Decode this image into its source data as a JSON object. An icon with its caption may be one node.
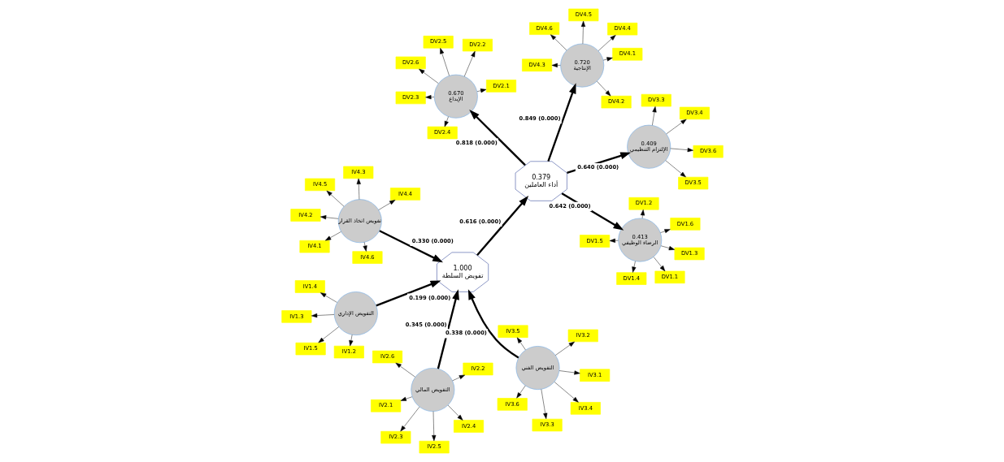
{
  "diagram": {
    "nodes": [
      {
        "text": [
          "التفويض الإداري"
        ]
      },
      {
        "text": [
          "IV1.2"
        ]
      },
      {
        "text": [
          "IV1.3"
        ]
      },
      {
        "text": [
          "IV1.4"
        ]
      },
      {
        "text": [
          "IV1.5"
        ]
      },
      {
        "text": [
          "التفويض المالي"
        ]
      },
      {
        "text": [
          "IV2.1"
        ]
      },
      {
        "text": [
          "IV2.2"
        ]
      },
      {
        "text": [
          "IV2.3"
        ]
      },
      {
        "text": [
          "IV2.4"
        ]
      },
      {
        "text": [
          "IV2.5"
        ]
      },
      {
        "text": [
          "IV2.6"
        ]
      },
      {
        "text": [
          "التفويض الفني"
        ]
      },
      {
        "text": [
          "IV3.1"
        ]
      },
      {
        "text": [
          "IV3.2"
        ]
      },
      {
        "text": [
          "IV3.3"
        ]
      },
      {
        "text": [
          "IV3.4"
        ]
      },
      {
        "text": [
          "IV3.5"
        ]
      },
      {
        "text": [
          "IV3.6"
        ]
      },
      {
        "text": [
          "تفويض اتخاذ القرار"
        ]
      },
      {
        "text": [
          "IV4.1"
        ]
      },
      {
        "text": [
          "IV4.2"
        ]
      },
      {
        "text": [
          "IV4.3"
        ]
      },
      {
        "text": [
          "IV4.4"
        ]
      },
      {
        "text": [
          "IV4.5"
        ]
      },
      {
        "text": [
          "IV4.6"
        ]
      },
      {
        "text": [
          "1.000",
          "تفويض السلطة"
        ]
      },
      {
        "text": [
          "0.379",
          "أداء العاملين"
        ]
      },
      {
        "text": [
          "0.413",
          "الرضاء الوظيفي"
        ]
      },
      {
        "text": [
          "DV1.1"
        ]
      },
      {
        "text": [
          "DV1.2"
        ]
      },
      {
        "text": [
          "DV1.3"
        ]
      },
      {
        "text": [
          "DV1.4"
        ]
      },
      {
        "text": [
          "DV1.5"
        ]
      },
      {
        "text": [
          "DV1.6"
        ]
      },
      {
        "text": [
          "0.670",
          "الإبداع"
        ]
      },
      {
        "text": [
          "DV2.1"
        ]
      },
      {
        "text": [
          "DV2.2"
        ]
      },
      {
        "text": [
          "DV2.3"
        ]
      },
      {
        "text": [
          "DV2.4"
        ]
      },
      {
        "text": [
          "DV2.5"
        ]
      },
      {
        "text": [
          "DV2.6"
        ]
      },
      {
        "text": [
          "0.409",
          "الإلتزام التنظيمي"
        ]
      },
      {
        "text": [
          "DV3.3"
        ]
      },
      {
        "text": [
          "DV3.4"
        ]
      },
      {
        "text": [
          "DV3.5"
        ]
      },
      {
        "text": [
          "DV3.6"
        ]
      },
      {
        "text": [
          "0.720",
          "الإنتاجية"
        ]
      },
      {
        "text": [
          "DV4.1"
        ]
      },
      {
        "text": [
          "DV4.2"
        ]
      },
      {
        "text": [
          "DV4.3"
        ]
      },
      {
        "text": [
          "DV4.4"
        ]
      },
      {
        "text": [
          "DV4.5"
        ]
      },
      {
        "text": [
          "DV4.6"
        ]
      }
    ],
    "edges": [
      {
        "from": 0,
        "to": 26,
        "arrow": "to",
        "label": "0.199 (0.000)",
        "style": "thick"
      },
      {
        "from": 5,
        "to": 26,
        "arrow": "to",
        "label": "0.345 (0.000)",
        "style": "thick"
      },
      {
        "from": 12,
        "to": 26,
        "arrow": "to",
        "label": "0.338 (0.000)",
        "style": "thick"
      },
      {
        "from": 19,
        "to": 26,
        "arrow": "to",
        "label": "0.330 (0.000)",
        "style": "thick"
      },
      {
        "from": 26,
        "to": 27,
        "arrow": "to",
        "label": "0.616 (0.000)",
        "style": "thick"
      },
      {
        "from": 27,
        "to": 28,
        "arrow": "to",
        "label": "0.642 (0.000)",
        "style": "thick"
      },
      {
        "from": 27,
        "to": 35,
        "arrow": "to",
        "label": "0.818 (0.000)",
        "style": "thick"
      },
      {
        "from": 27,
        "to": 42,
        "arrow": "to",
        "label": "0.640 (0.000)",
        "style": "thick"
      },
      {
        "from": 27,
        "to": 47,
        "arrow": "to",
        "label": "0.849 (0.000)",
        "style": "thick"
      },
      {
        "from": 0,
        "to": 1,
        "arrow": "to"
      },
      {
        "from": 0,
        "to": 2,
        "arrow": "to"
      },
      {
        "from": 0,
        "to": 3,
        "arrow": "to"
      },
      {
        "from": 0,
        "to": 4,
        "arrow": "to"
      },
      {
        "from": 5,
        "to": 6,
        "arrow": "to"
      },
      {
        "from": 5,
        "to": 7,
        "arrow": "to"
      },
      {
        "from": 5,
        "to": 8,
        "arrow": "to"
      },
      {
        "from": 5,
        "to": 9,
        "arrow": "to"
      },
      {
        "from": 5,
        "to": 10,
        "arrow": "to"
      },
      {
        "from": 5,
        "to": 11,
        "arrow": "to"
      },
      {
        "from": 12,
        "to": 13,
        "arrow": "to"
      },
      {
        "from": 12,
        "to": 14,
        "arrow": "to"
      },
      {
        "from": 12,
        "to": 15,
        "arrow": "to"
      },
      {
        "from": 12,
        "to": 16,
        "arrow": "to"
      },
      {
        "from": 12,
        "to": 17,
        "arrow": "to"
      },
      {
        "from": 12,
        "to": 18,
        "arrow": "to"
      },
      {
        "from": 19,
        "to": 20,
        "arrow": "to"
      },
      {
        "from": 19,
        "to": 21,
        "arrow": "to"
      },
      {
        "from": 19,
        "to": 22,
        "arrow": "to"
      },
      {
        "from": 19,
        "to": 23,
        "arrow": "to"
      },
      {
        "from": 19,
        "to": 24,
        "arrow": "to"
      },
      {
        "from": 19,
        "to": 25,
        "arrow": "to"
      },
      {
        "from": 28,
        "to": 29,
        "arrow": "to"
      },
      {
        "from": 28,
        "to": 30,
        "arrow": "to"
      },
      {
        "from": 28,
        "to": 31,
        "arrow": "to"
      },
      {
        "from": 28,
        "to": 32,
        "arrow": "to"
      },
      {
        "from": 28,
        "to": 33,
        "arrow": "to"
      },
      {
        "from": 28,
        "to": 34,
        "arrow": "to"
      },
      {
        "from": 35,
        "to": 36,
        "arrow": "to"
      },
      {
        "from": 35,
        "to": 37,
        "arrow": "to"
      },
      {
        "from": 35,
        "to": 38,
        "arrow": "to"
      },
      {
        "from": 35,
        "to": 39,
        "arrow": "to"
      },
      {
        "from": 35,
        "to": 40,
        "arrow": "to"
      },
      {
        "from": 35,
        "to": 41,
        "arrow": "to"
      },
      {
        "from": 42,
        "to": 43,
        "arrow": "to"
      },
      {
        "from": 42,
        "to": 44,
        "arrow": "to"
      },
      {
        "from": 42,
        "to": 45,
        "arrow": "to"
      },
      {
        "from": 42,
        "to": 46,
        "arrow": "to"
      },
      {
        "from": 47,
        "to": 48,
        "arrow": "to"
      },
      {
        "from": 47,
        "to": 49,
        "arrow": "to"
      },
      {
        "from": 47,
        "to": 50,
        "arrow": "to"
      },
      {
        "from": 47,
        "to": 51,
        "arrow": "to"
      },
      {
        "from": 47,
        "to": 52,
        "arrow": "to"
      },
      {
        "from": 47,
        "to": 53,
        "arrow": "to"
      }
    ]
  }
}
